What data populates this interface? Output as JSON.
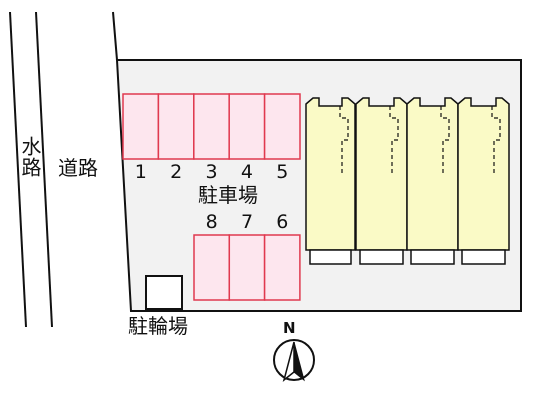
{
  "labels": {
    "waterway": "水路",
    "road": "道路",
    "parking": "駐車場",
    "bicycle_parking": "駐輪場",
    "north": "N"
  },
  "parking_top": [
    "1",
    "2",
    "3",
    "4",
    "5"
  ],
  "parking_bottom": [
    "8",
    "7",
    "6"
  ],
  "colors": {
    "parking_fill": "#fde6ee",
    "parking_border": "#e0394f",
    "building_fill": "#fafac6",
    "lot_fill": "#f2f2f2",
    "line": "#111111"
  }
}
